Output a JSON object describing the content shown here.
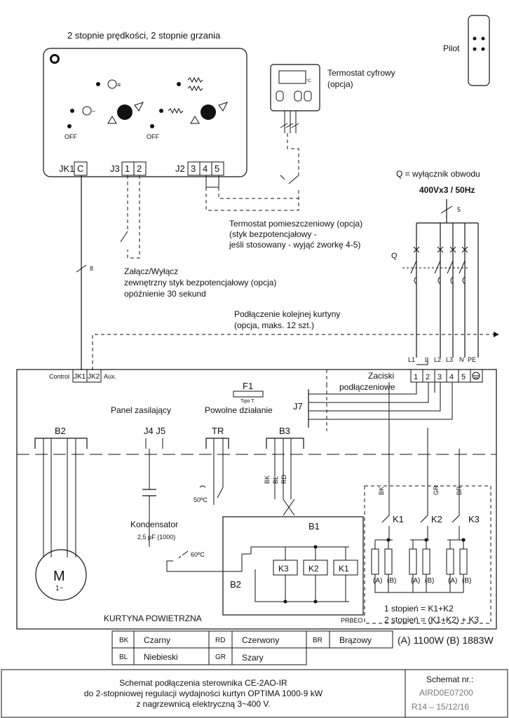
{
  "header": {
    "speed_heat": "2 stopnie prędkości, 2 stopnie grzania"
  },
  "controller": {
    "off_left": "OFF",
    "off_right": "OFF",
    "jk1": "JK1",
    "c": "C",
    "j3": "J3",
    "j3_1": "1",
    "j3_2": "2",
    "j2": "J2",
    "j2_3": "3",
    "j2_4": "4",
    "j2_5": "5"
  },
  "thermostat_digital": {
    "title": "Termostat cyfrowy",
    "sub": "(opcja)",
    "unit": "°C"
  },
  "remote": {
    "label": "Pilot"
  },
  "breaker": {
    "desc": "Q = wyłącznik obwodu",
    "supply": "400Vx3 / 50Hz",
    "wires": "5",
    "q": "Q"
  },
  "room_thermostat": {
    "line1": "Termostat pomieszczeniowy (opcja)",
    "line2": "(styk bezpotencjałowy -",
    "line3": "jeśli stosowany - wyjąć zworkę 4-5)"
  },
  "switch": {
    "line1": "Załącz/Wyłącz",
    "line2": "zewnętrzny styk bezpotencjałowy (opcja)",
    "line3": "opóźnienie 30 sekund",
    "wires": "8"
  },
  "next_curtain": {
    "line1": "Podłączenie kolejnej kurtyny",
    "line2": "(opcja, maks. 12 szt.)"
  },
  "unit": {
    "control": "Control",
    "jk1": "JK1",
    "jk2": "JK2",
    "aux": "Aux.",
    "terminals_title1": "Zaciski",
    "terminals_title2": "podłączeniowe",
    "terminal_top": [
      "L1",
      "L",
      "L2",
      "L3",
      "N",
      "PE"
    ],
    "terminal_nums": [
      "1",
      "2",
      "3",
      "4",
      "5"
    ],
    "j7": "J7",
    "f1": "F1",
    "tipo": "Tipo T",
    "panel": "Panel zasilający",
    "slow": "Powolne działanie",
    "b2": "B2",
    "j4j5": "J4 J5",
    "tr": "TR",
    "b3": "B3",
    "t50": "50ºC",
    "capacitor": "Kondensator",
    "cap_val": "2,5 μF (1000)",
    "bk": "BK",
    "bl": "BL",
    "rd": "RD",
    "b1": "B1",
    "t60": "60ºC",
    "k3": "K3",
    "k2": "K2",
    "k1": "K1",
    "b2b": "B2",
    "prbeo": "PRBEO",
    "wire_bk": "BK",
    "wire_gr": "GR",
    "wire_br": "BR",
    "ra": "(A)",
    "rb": "(B)",
    "motor": "M",
    "motor_sub": "1~",
    "stage1": "1 stopień = K1+K2",
    "stage2": "2 stopień = (K1+K2) + K3",
    "curtain": "KURTYNA POWIETRZNA"
  },
  "legend": [
    {
      "code": "BK",
      "name": "Czarny"
    },
    {
      "code": "RD",
      "name": "Czerwony"
    },
    {
      "code": "BR",
      "name": "Brązowy"
    },
    {
      "code": "BL",
      "name": "Niebieski"
    },
    {
      "code": "GR",
      "name": "Szary"
    }
  ],
  "power": "(A) 1100W  (B) 1883W",
  "footer": {
    "line1": "Schemat podłączenia sterownika CE-2AO-IR",
    "line2": "do 2-stopniowej regulacji wydajności kurtyn OPTIMA 1000-9 kW",
    "line3": "z nagrzewnicą elektryczną 3~400 V.",
    "nr_label": "Schemat nr.:",
    "nr_code": "AIRD0E07200",
    "rev": "R14 – 15/12/16"
  }
}
